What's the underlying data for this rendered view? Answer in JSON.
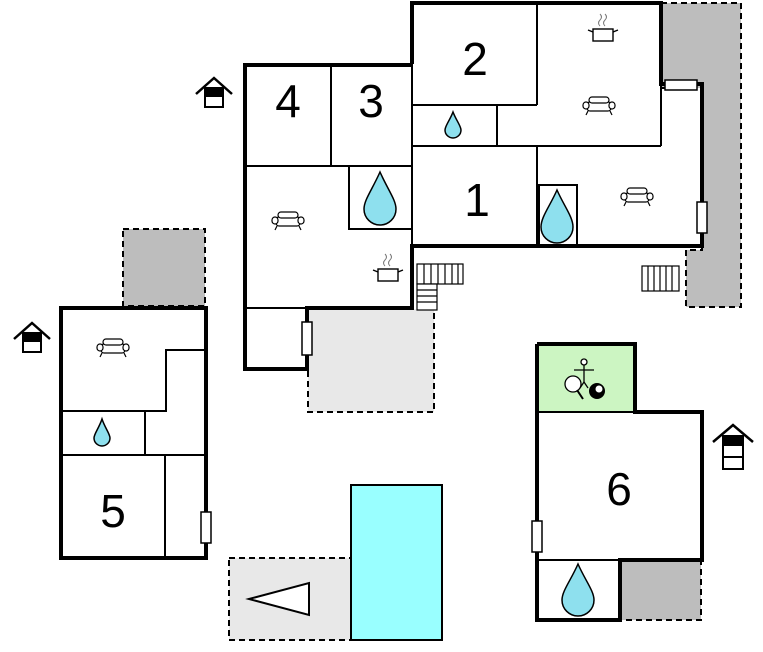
{
  "rooms": [
    {
      "id": "room-1",
      "label": "1"
    },
    {
      "id": "room-2",
      "label": "2"
    },
    {
      "id": "room-3",
      "label": "3"
    },
    {
      "id": "room-4",
      "label": "4"
    },
    {
      "id": "room-5",
      "label": "5"
    },
    {
      "id": "room-6",
      "label": "6"
    }
  ],
  "colors": {
    "terrace": "#bdbdbd",
    "patio": "#e8e8e8",
    "pool": "#99ffff",
    "games_room": "#ccf5c2",
    "water_drop": "#8ee0ee"
  },
  "icons": [
    "sofa-icon",
    "cooking-pot-icon",
    "water-drop-icon",
    "house-icon",
    "stairs-icon",
    "table-tennis-icon",
    "billiard-ball-icon",
    "table-football-icon",
    "door-icon"
  ]
}
